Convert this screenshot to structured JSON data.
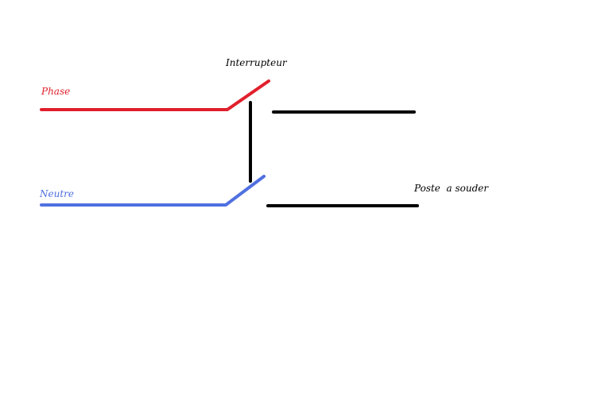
{
  "labels": {
    "switch": "Interrupteur",
    "phase": "Phase",
    "neutral": "Neutre",
    "welder": "Poste  a souder"
  },
  "colors": {
    "phase": "#e0202c",
    "neutral": "#5070e0",
    "wire": "#000000",
    "text": "#000000"
  }
}
